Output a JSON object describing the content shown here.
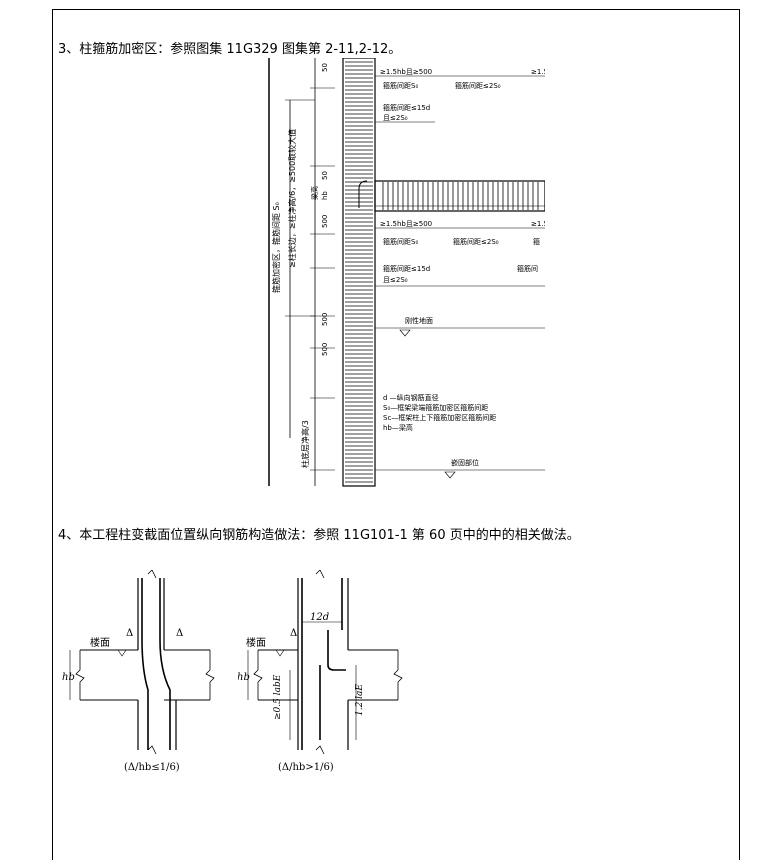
{
  "items": [
    {
      "label": "3、柱箍筋加密区：参照图集 11G329 图集第 2-11,2-12。"
    },
    {
      "label": "4、本工程柱变截面位置纵向钢筋构造做法：参照 11G101-1 第 60 页中的中的相关做法。"
    }
  ],
  "fig1": {
    "v_text_left": "箍筋加密区，箍筋间距 S₀",
    "v_text_mid1": "≥柱长边，≥柱净高/6，≥500取较大值",
    "v_text_mid2": "柱底层净高/3",
    "dim_50_top": "50",
    "dim_50": "50",
    "dim_hb": "hb",
    "dim_500a": "500",
    "dim_500b": "500",
    "dim_500c": "500",
    "label_liang": "梁高",
    "top_a": "≥1.5hb且≥500",
    "top_b": "≥1.5",
    "top_c": "箍筋间距S₀",
    "top_d": "箍筋间距≤2S₀",
    "top_e": "箍筋间距≤15d",
    "top_f": "且≤2S₀",
    "mid_a": "≥1.5hb且≥500",
    "mid_b": "≥1.5",
    "mid_c": "箍筋间距S₀",
    "mid_d": "箍筋间距≤2S₀",
    "mid_e": "箍",
    "mid_f": "箍筋间距≤15d",
    "mid_g": "且≤2S₀",
    "mid_h": "箍筋间",
    "ground": "刚性地面",
    "legend1": "d —纵向钢筋直径",
    "legend2": "S₀—框架梁端箍筋加密区箍筋间距",
    "legend3": "Sc—框架柱上下箍筋加密区箍筋间距",
    "legend4": "hb—梁高",
    "bottom": "嵌固部位"
  },
  "fig2": {
    "left_floor": "楼面",
    "left_delta1": "Δ",
    "left_delta2": "Δ",
    "left_hb": "hb",
    "left_caption": "(Δ/hb≤1/6)",
    "right_floor": "楼面",
    "right_delta": "Δ",
    "right_12d": "12d",
    "right_hb": "hb",
    "right_lae1": "≥0.5 labE",
    "right_lae2": "1.2 laE",
    "right_caption": "(Δ/hb>1/6)"
  }
}
